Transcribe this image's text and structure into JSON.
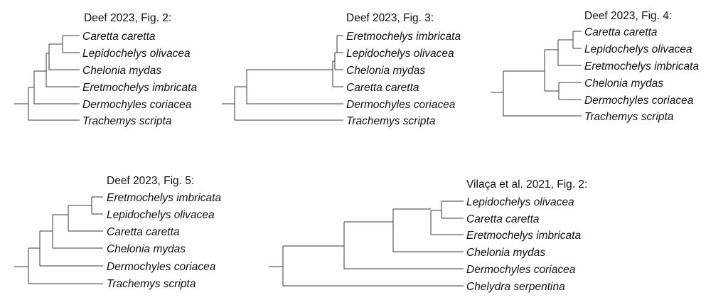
{
  "trees": [
    {
      "title": "Deef 2023, Fig. 2:",
      "taxa": [
        "Caretta caretta",
        "Lepidochelys olivacea",
        "Chelonia mydas",
        "Eretmochelys imbricata",
        "Dermochyles coriacea",
        "Trachemys scripta"
      ]
    },
    {
      "title": "Deef 2023, Fig. 3:",
      "taxa": [
        "Eretmochelys imbricata",
        "Lepidochelys olivacea",
        "Chelonia mydas",
        "Caretta caretta",
        "Dermochyles coriacea",
        "Trachemys scripta"
      ]
    },
    {
      "title": "Deef 2023, Fig. 4:",
      "taxa": [
        "Caretta caretta",
        "Lepidochelys olivacea",
        "Eretmochelys imbricata",
        "Chelonia mydas",
        "Dermochyles coriacea",
        "Trachemys scripta"
      ]
    },
    {
      "title": "Deef 2023, Fig. 5:",
      "taxa": [
        "Eretmochelys imbricata",
        "Lepidochelys olivacea",
        "Caretta caretta",
        "Chelonia mydas",
        "Dermochyles coriacea",
        "Trachemys scripta"
      ]
    },
    {
      "title": "Vilaça et al. 2021, Fig. 2:",
      "taxa": [
        "Lepidochelys olivacea",
        "Caretta caretta",
        "Eretmochelys imbricata",
        "Chelonia mydas",
        "Dermochyles coriacea",
        "Chelydra serpentina"
      ]
    }
  ]
}
